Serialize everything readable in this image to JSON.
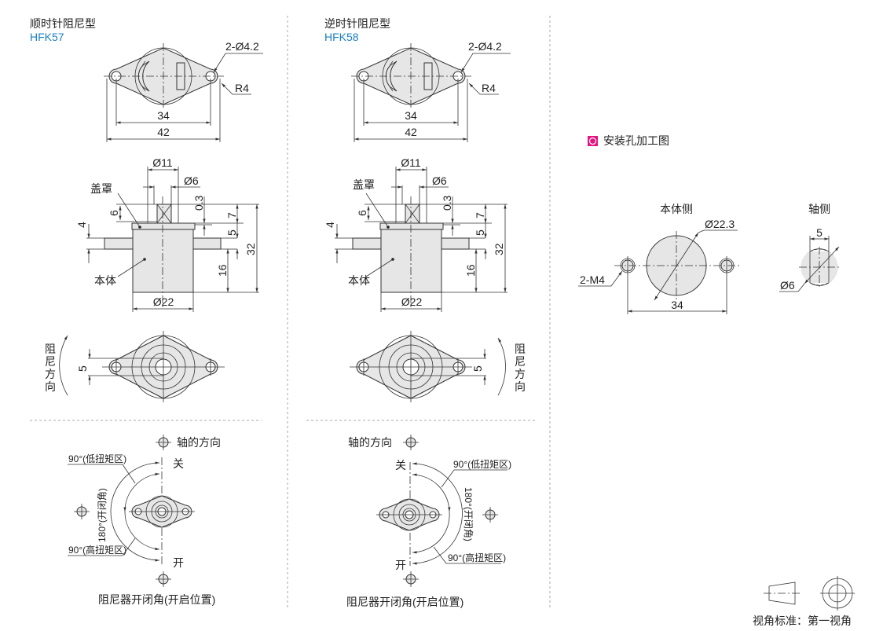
{
  "panels": [
    {
      "title": "顺时针阻尼型",
      "model": "HFK57"
    },
    {
      "title": "逆时针阻尼型",
      "model": "HFK58"
    }
  ],
  "top_view": {
    "holes": "2-Ø4.2",
    "radius": "R4",
    "dim_inner": "34",
    "dim_outer": "42"
  },
  "side_view": {
    "cover_label": "盖罩",
    "body_label": "本体",
    "d11": "Ø11",
    "d6": "Ø6",
    "d22": "Ø22",
    "h03": "0.3",
    "h6": "6",
    "h4": "4",
    "h7": "7",
    "h5": "5",
    "h32": "32",
    "h16": "16"
  },
  "bottom_view": {
    "dim": "5",
    "direction_label": [
      "阻",
      "尼",
      "方",
      "向"
    ]
  },
  "angle_diagram": {
    "shaft_direction": "轴的方向",
    "close": "关",
    "open": "开",
    "low_torque": "90°(低扭矩区)",
    "high_torque": "90°(高扭矩区)",
    "open_close_angle": "180°(开闭角)",
    "caption": "阻尼器开闭角(开启位置)"
  },
  "mounting": {
    "title": "安装孔加工图",
    "accent_color": "#e4157e",
    "body_side": "本体侧",
    "shaft_side": "轴侧",
    "d223": "Ø22.3",
    "m4": "2-M4",
    "pitch": "34",
    "flat": "5",
    "d6": "Ø6"
  },
  "projection": {
    "label": "视角标准：第一视角"
  }
}
